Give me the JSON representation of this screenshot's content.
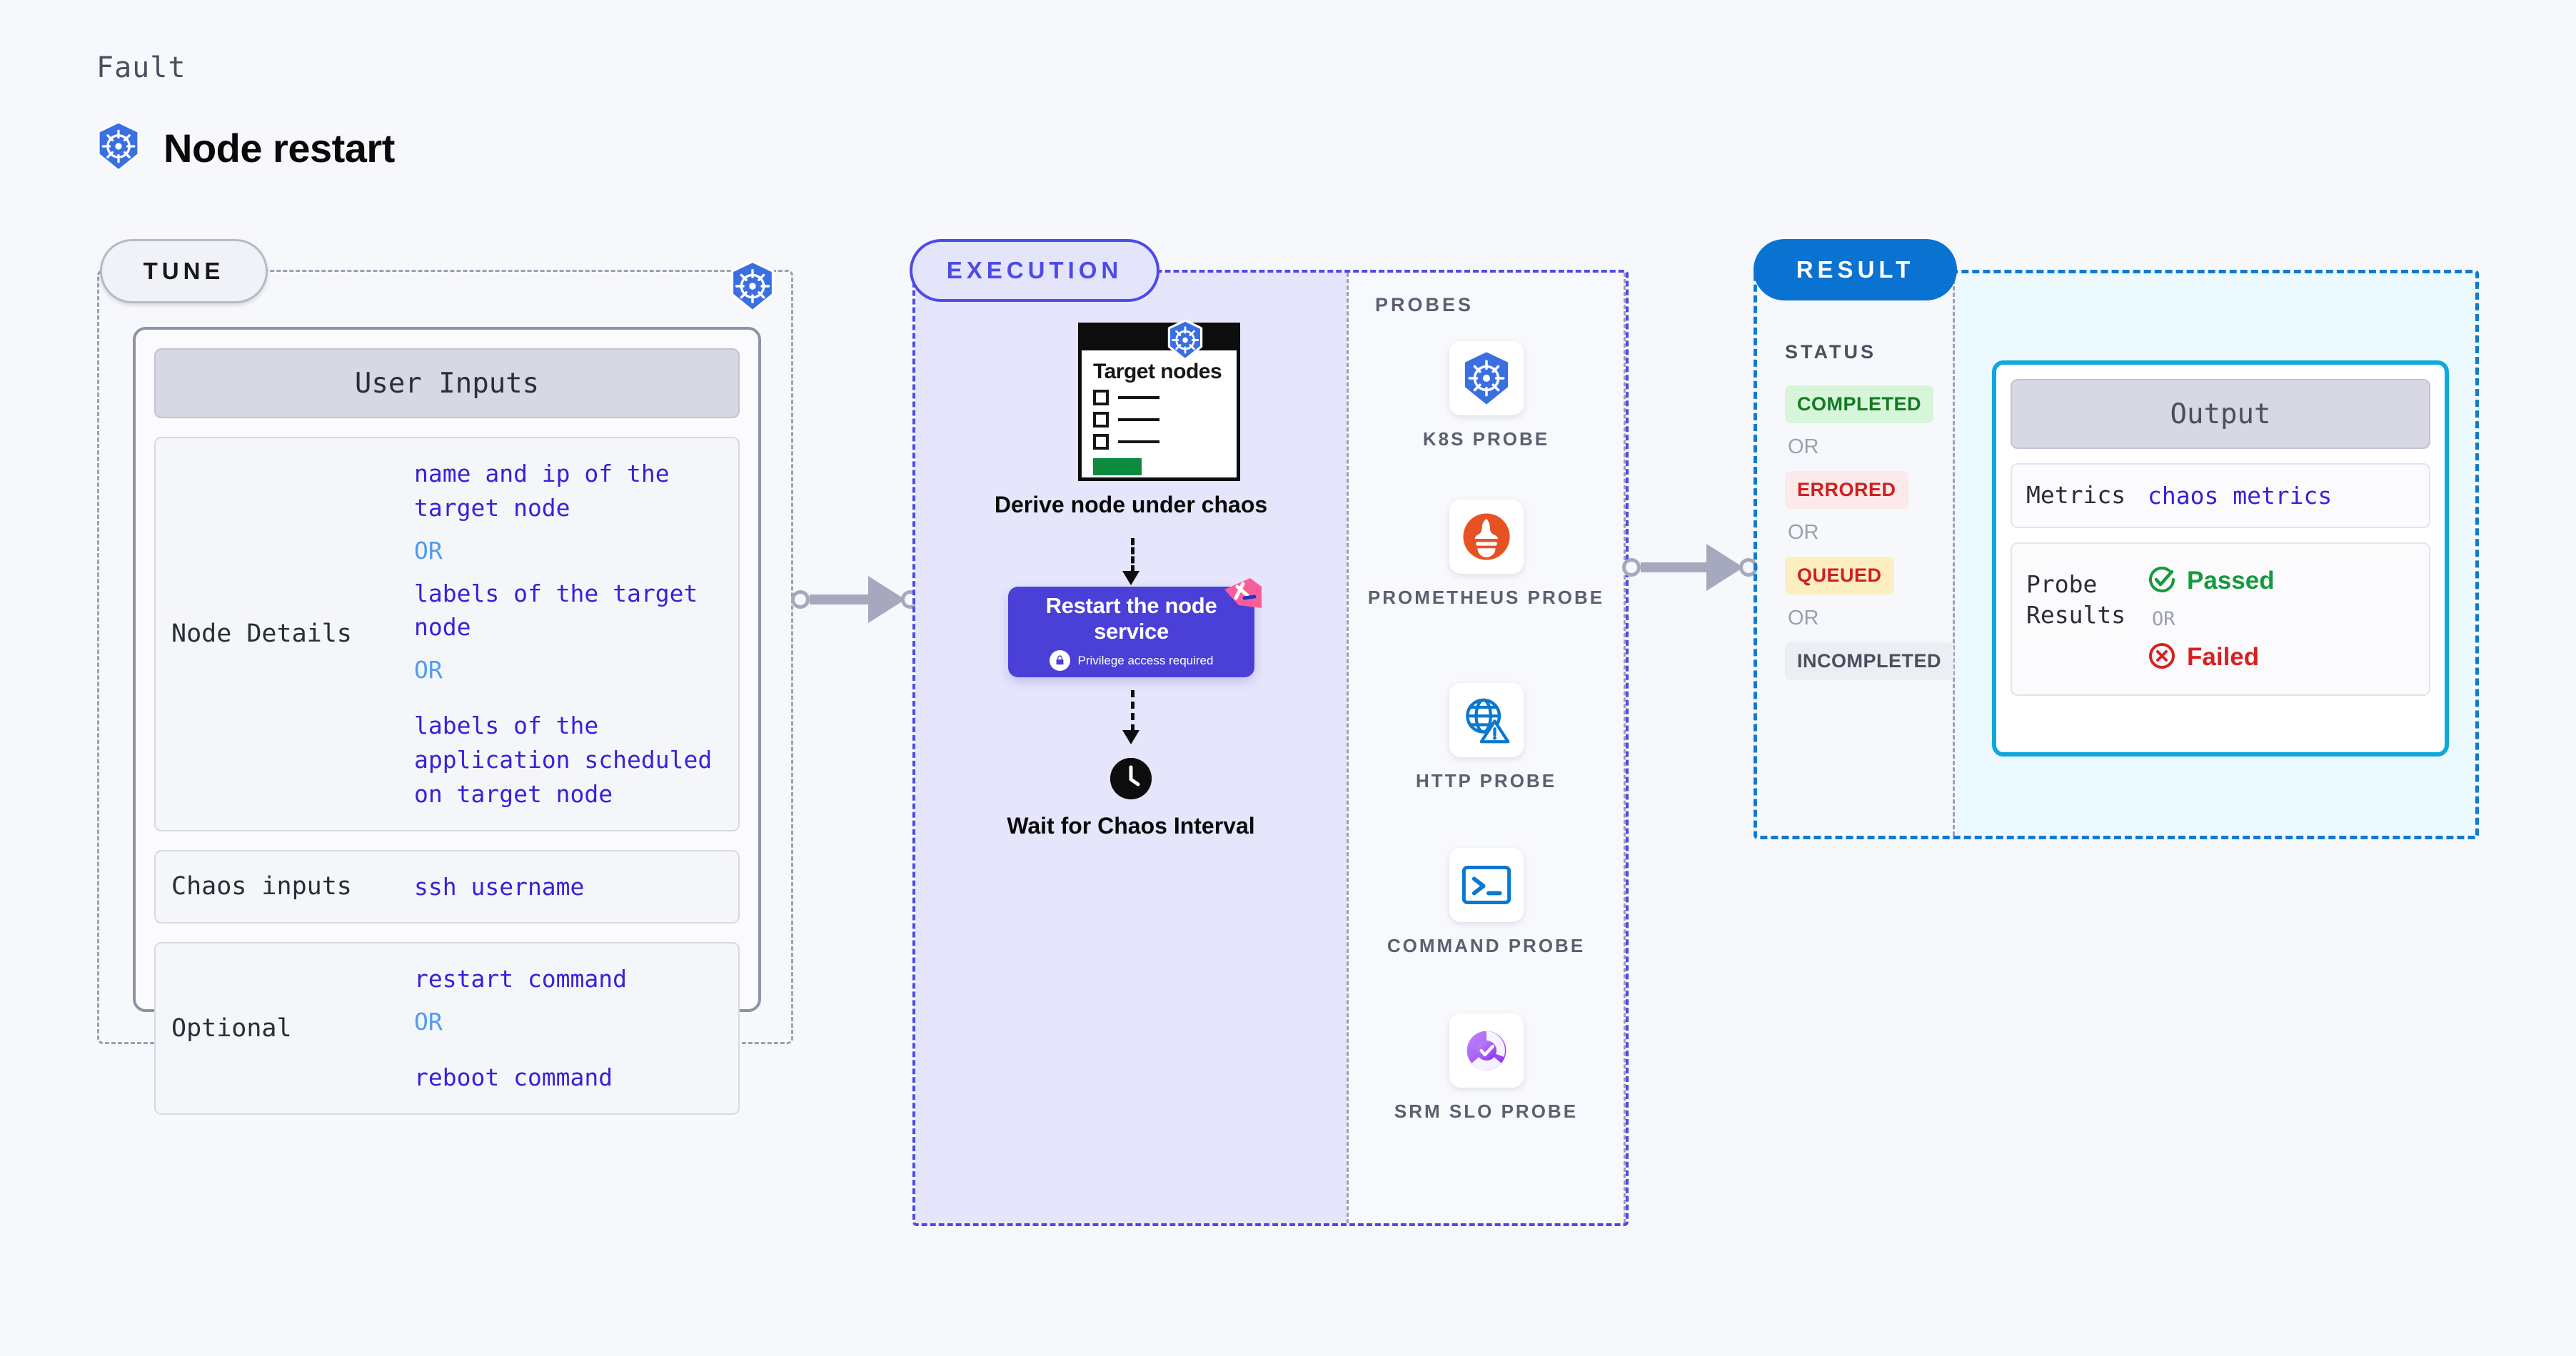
{
  "header": {
    "fault_label": "Fault",
    "title": "Node restart",
    "logo_icon": "kubernetes-icon"
  },
  "tune": {
    "badge": "TUNE",
    "corner_icon": "kubernetes-icon",
    "card_heading": "User Inputs",
    "rows": [
      {
        "key": "Node Details",
        "values": [
          {
            "kind": "value",
            "text": "name and ip of the target node"
          },
          {
            "kind": "or",
            "text": "OR"
          },
          {
            "kind": "value",
            "text": "labels of the target node"
          },
          {
            "kind": "or",
            "text": "OR"
          },
          {
            "kind": "gap",
            "text": ""
          },
          {
            "kind": "value",
            "text": "labels of the application scheduled on target node"
          }
        ]
      },
      {
        "key": "Chaos inputs",
        "values": [
          {
            "kind": "value",
            "text": "ssh username"
          }
        ]
      },
      {
        "key": "Optional",
        "values": [
          {
            "kind": "value",
            "text": "restart command"
          },
          {
            "kind": "or",
            "text": "OR"
          },
          {
            "kind": "gap",
            "text": ""
          },
          {
            "kind": "value",
            "text": "reboot command"
          }
        ]
      }
    ]
  },
  "execution": {
    "badge": "EXECUTION",
    "target_card": {
      "title": "Target nodes",
      "icon": "kubernetes-icon",
      "checkbox_rows": 3
    },
    "step1_caption": "Derive node under chaos",
    "restart_step": {
      "title": "Restart the node service",
      "subtitle": "Privilege access required",
      "lock_icon": "lock-icon",
      "ribbon_icon": "ribbon-icon",
      "color": "#4a3fd6"
    },
    "wait_step": {
      "icon": "clock-icon",
      "caption": "Wait for Chaos Interval"
    }
  },
  "probes": {
    "title": "PROBES",
    "items": [
      {
        "label": "K8S PROBE",
        "icon": "kubernetes-icon"
      },
      {
        "label": "PROMETHEUS PROBE",
        "icon": "prometheus-icon"
      },
      {
        "label": "HTTP PROBE",
        "icon": "http-globe-warning-icon"
      },
      {
        "label": "COMMAND PROBE",
        "icon": "terminal-icon"
      },
      {
        "label": "SRM SLO PROBE",
        "icon": "srm-slo-icon"
      }
    ]
  },
  "result": {
    "badge": "RESULT",
    "status_title": "STATUS",
    "or_label": "OR",
    "statuses": [
      {
        "label": "COMPLETED",
        "bg": "#d7f5d9",
        "fg": "#137a22"
      },
      {
        "label": "ERRORED",
        "bg": "#fce9e9",
        "fg": "#cf2020"
      },
      {
        "label": "QUEUED",
        "bg": "#fdeec2",
        "fg": "#cf2020"
      },
      {
        "label": "INCOMPLETED",
        "bg": "#eceef4",
        "fg": "#4a4f5e"
      }
    ],
    "output": {
      "heading": "Output",
      "metrics_key": "Metrics",
      "metrics_value": "chaos metrics",
      "probe_key": "Probe Results",
      "passed_label": "Passed",
      "passed_icon": "check-circle-icon",
      "failed_label": "Failed",
      "failed_icon": "x-circle-icon",
      "or_label": "OR"
    }
  },
  "connectors": {
    "tune_to_execution": "arrow-right",
    "execution_to_result": "arrow-right"
  }
}
